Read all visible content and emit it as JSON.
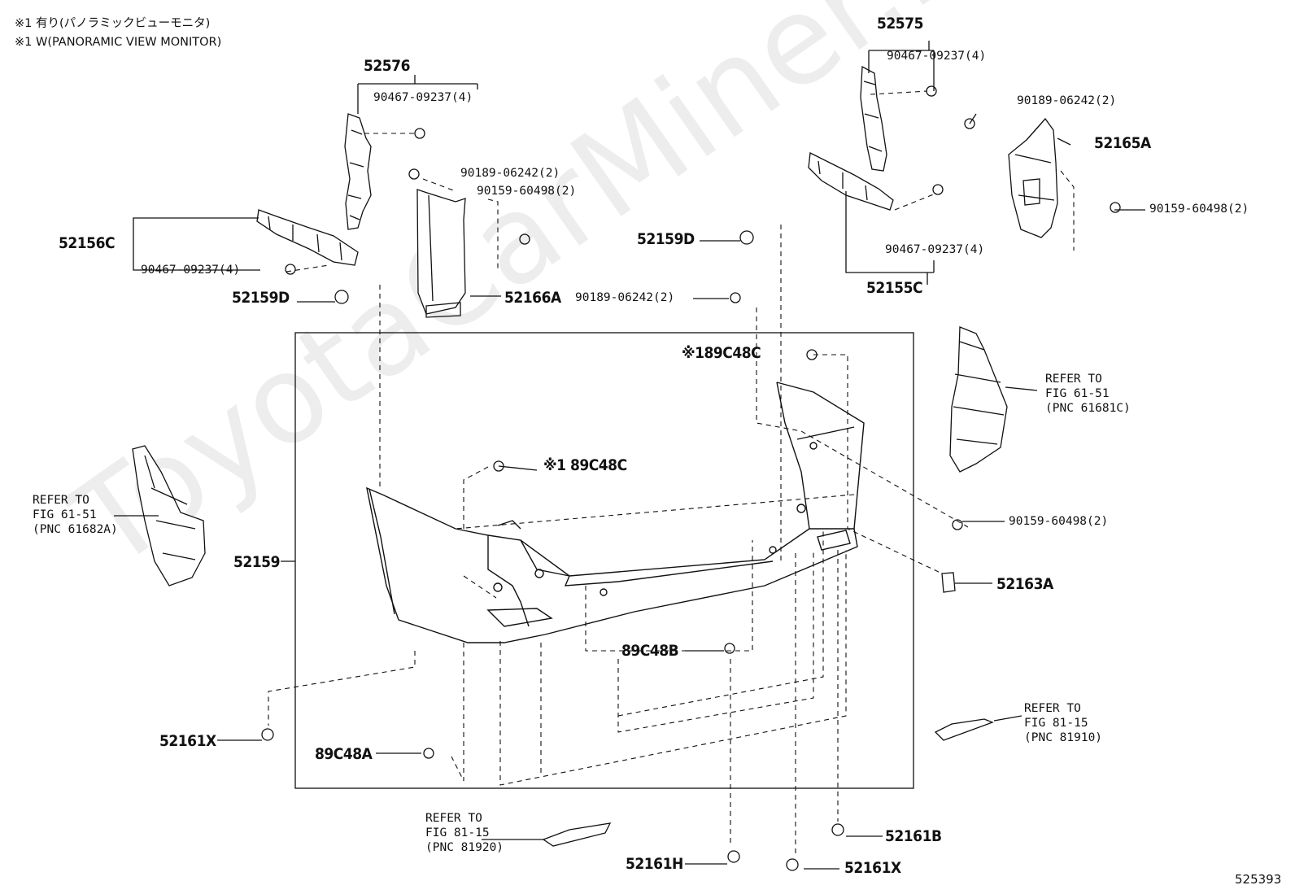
{
  "notes": {
    "line1": "※1 有り(パノラミックビューモニタ)",
    "line2": "※1 W(PANORAMIC VIEW MONITOR)"
  },
  "watermark": "ToyotaCarMiner.ru",
  "illustration_number": "525393",
  "part_labels": {
    "p52575": "52575",
    "p52576": "52576",
    "p90467_tr_top": "90467-09237(4)",
    "p90467_tl": "90467-09237(4)",
    "p90189_tr": "90189-06242(2)",
    "p52165A": "52165A",
    "p90189_tl": "90189-06242(2)",
    "p90159_tl": "90159-60498(2)",
    "p90159_tr": "90159-60498(2)",
    "p52156C": "52156C",
    "p90467_left": "90467-09237(4)",
    "p52159D_center": "52159D",
    "p90467_tr_bottom": "90467-09237(4)",
    "p52155C": "52155C",
    "p52159D_left": "52159D",
    "p52166A": "52166A",
    "p90189_center": "90189-06242(2)",
    "p89C48C_top": "※189C48C",
    "p89C48C_mid": "※1 89C48C",
    "p90159_right": "90159-60498(2)",
    "p52159": "52159",
    "p52163A": "52163A",
    "p89C48B": "89C48B",
    "p52161X_left": "52161X",
    "p89C48A": "89C48A",
    "p52161B": "52161B",
    "p52161H": "52161H",
    "p52161X_bottom": "52161X"
  },
  "references": {
    "ref_61681C": "REFER TO\nFIG 61-51\n(PNC 61681C)",
    "ref_61682A": "REFER TO\nFIG 61-51\n(PNC 61682A)",
    "ref_81910": "REFER TO\nFIG 81-15\n(PNC 81910)",
    "ref_81920": "REFER TO\nFIG 81-15\n(PNC 81920)"
  }
}
